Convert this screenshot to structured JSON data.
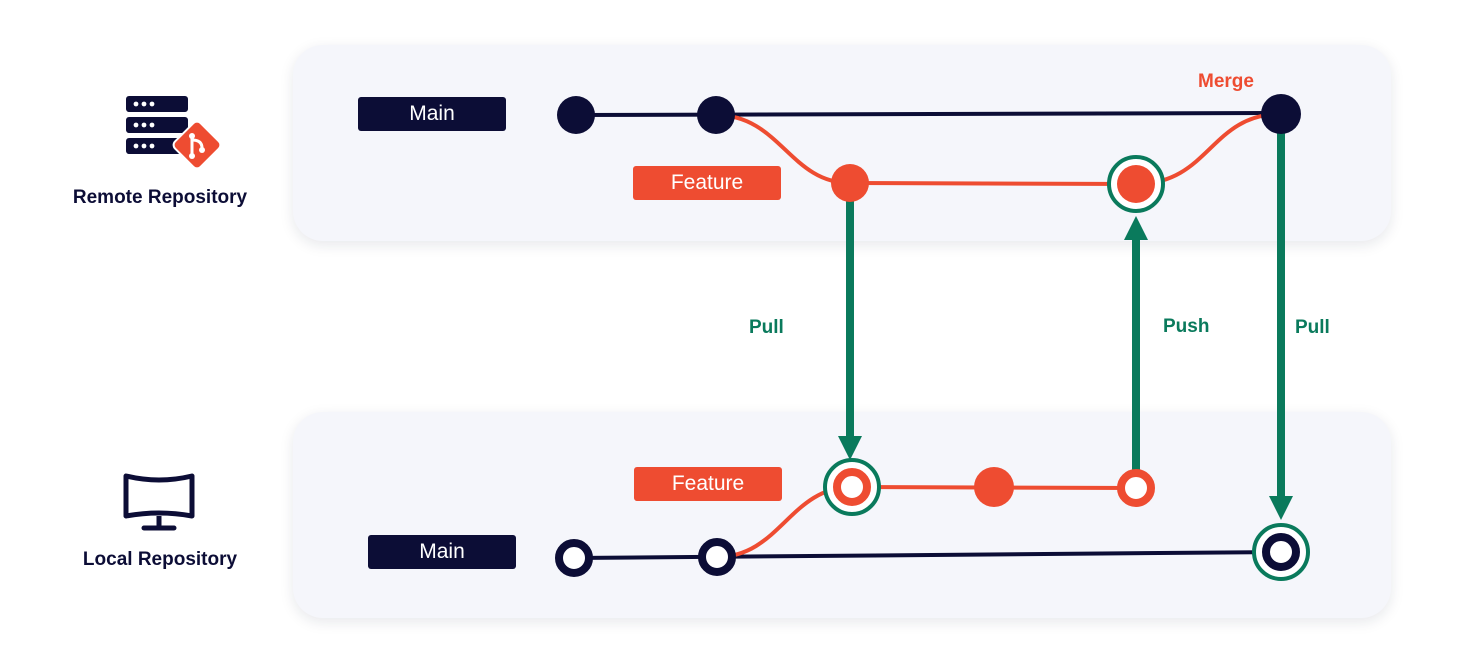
{
  "repos": {
    "remote": {
      "label": "Remote Repository"
    },
    "local": {
      "label": "Local Repository"
    }
  },
  "branches": {
    "remote_main": "Main",
    "remote_feature": "Feature",
    "local_main": "Main",
    "local_feature": "Feature"
  },
  "operations": {
    "pull_feature": "Pull",
    "push_feature": "Push",
    "pull_main": "Pull",
    "merge": "Merge"
  },
  "colors": {
    "main": "#0c0d36",
    "feature": "#ee4c31",
    "sync": "#0a7a5c",
    "panel": "#f5f6fb"
  },
  "icons": {
    "remote": "server-git-icon",
    "local": "monitor-icon"
  }
}
